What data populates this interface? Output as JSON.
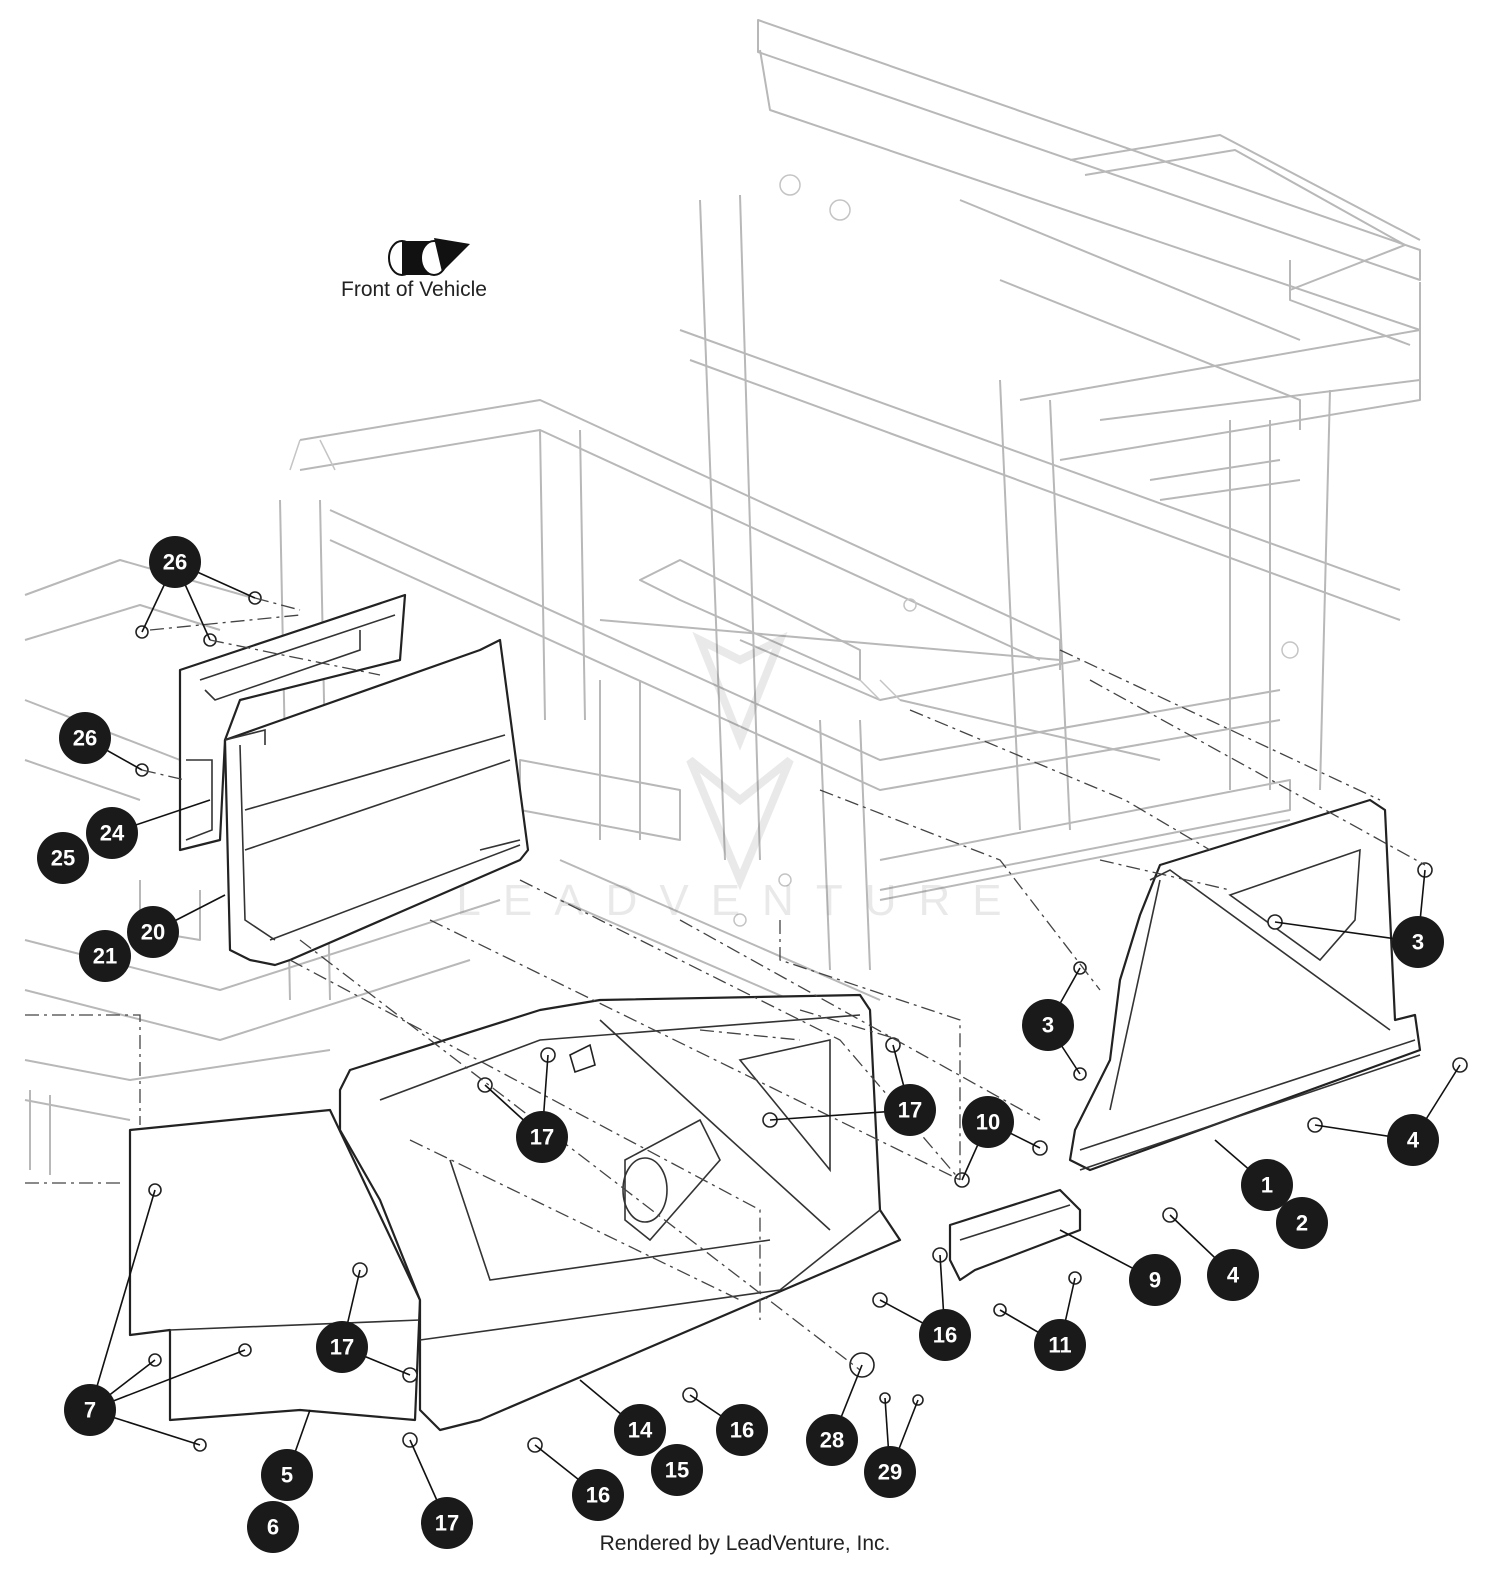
{
  "orientation": {
    "label": "Front of Vehicle",
    "icon": "direction-arrow-icon"
  },
  "credit": "Rendered by LeadVenture, Inc.",
  "watermark": "LEADVENTURE",
  "callouts": [
    {
      "id": "c26a",
      "number": "26"
    },
    {
      "id": "c26b",
      "number": "26"
    },
    {
      "id": "c24",
      "number": "24"
    },
    {
      "id": "c25",
      "number": "25"
    },
    {
      "id": "c20",
      "number": "20"
    },
    {
      "id": "c21",
      "number": "21"
    },
    {
      "id": "c3a",
      "number": "3"
    },
    {
      "id": "c3b",
      "number": "3"
    },
    {
      "id": "c4a",
      "number": "4"
    },
    {
      "id": "c4b",
      "number": "4"
    },
    {
      "id": "c1",
      "number": "1"
    },
    {
      "id": "c2",
      "number": "2"
    },
    {
      "id": "c10",
      "number": "10"
    },
    {
      "id": "c9",
      "number": "9"
    },
    {
      "id": "c11",
      "number": "11"
    },
    {
      "id": "c17a",
      "number": "17"
    },
    {
      "id": "c17b",
      "number": "17"
    },
    {
      "id": "c17c",
      "number": "17"
    },
    {
      "id": "c17d",
      "number": "17"
    },
    {
      "id": "c16a",
      "number": "16"
    },
    {
      "id": "c16b",
      "number": "16"
    },
    {
      "id": "c16c",
      "number": "16"
    },
    {
      "id": "c7",
      "number": "7"
    },
    {
      "id": "c5",
      "number": "5"
    },
    {
      "id": "c6",
      "number": "6"
    },
    {
      "id": "c14",
      "number": "14"
    },
    {
      "id": "c15",
      "number": "15"
    },
    {
      "id": "c28",
      "number": "28"
    },
    {
      "id": "c29",
      "number": "29"
    }
  ]
}
